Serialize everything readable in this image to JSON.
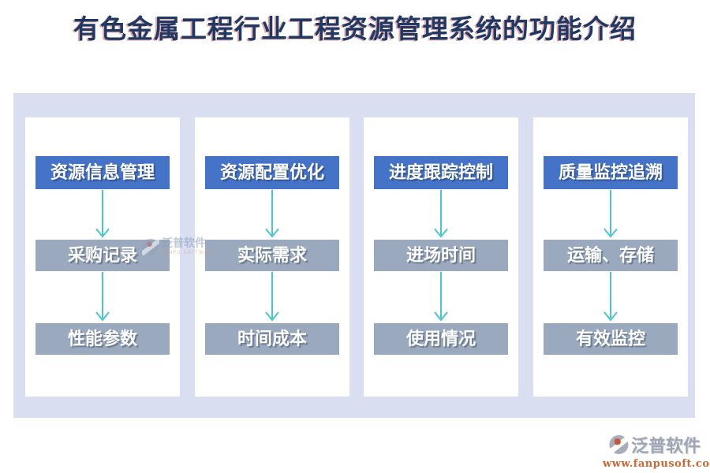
{
  "title": "有色金属工程行业工程资源管理系统的功能介绍",
  "columns": [
    {
      "header": "资源信息管理",
      "steps": [
        "采购记录",
        "性能参数"
      ]
    },
    {
      "header": "资源配置优化",
      "steps": [
        "实际需求",
        "时间成本"
      ]
    },
    {
      "header": "进度跟踪控制",
      "steps": [
        "进场时间",
        "使用情况"
      ]
    },
    {
      "header": "质量监控追溯",
      "steps": [
        "运输、存储",
        "有效监控"
      ]
    }
  ],
  "watermark": {
    "brand": "泛普软件",
    "subtitle": "FANPU SOFTWARE"
  },
  "footer": {
    "brand": "泛普软件",
    "website": "www.fanpusoft.com"
  },
  "colors": {
    "title_text": "#1F3864",
    "panel_background": "#D9DFF1",
    "header_box": "#4573C7",
    "step_box": "#9AA9BE",
    "arrow": "#4CC4CC",
    "footer_url": "#CC6633"
  }
}
